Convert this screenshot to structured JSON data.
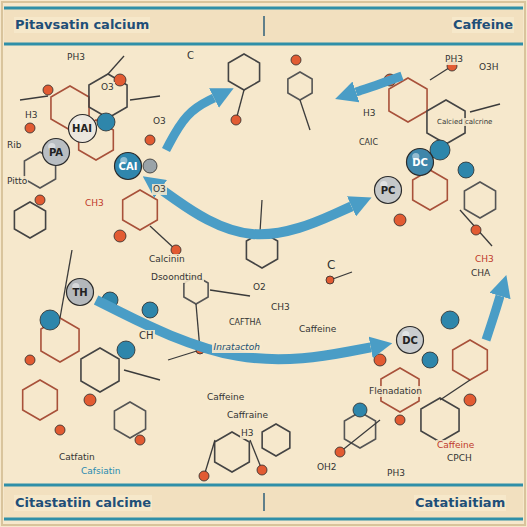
{
  "diagram": {
    "nodes": [
      {
        "text": [
          "HAI"
        ]
      },
      {
        "text": [
          "PA"
        ]
      },
      {
        "text": [
          "CAI"
        ]
      },
      {
        "text": [
          "DC"
        ]
      },
      {
        "text": [
          "PC"
        ]
      },
      {
        "text": [
          "TH"
        ]
      },
      {
        "text": [
          "DC"
        ]
      }
    ],
    "edges": [
      {
        "from": 2,
        "to": 4,
        "arrow": "both"
      },
      {
        "from": 5,
        "to": 6,
        "label": "Inratactoh",
        "arrow": "to"
      }
    ],
    "labels": [
      "Pitavsatin calcium",
      "Caffeine",
      "PH3",
      "O3",
      "H3",
      "Rib",
      "Pitto",
      "O3",
      "O3",
      "CH3",
      "C",
      "Calcinin",
      "Dsoondtind",
      "O2",
      "CH3",
      "CAFTHA",
      "Caffeine",
      "C",
      "PH3",
      "O3H",
      "H3",
      "CAIC",
      "Calcied calcrine",
      "CH3",
      "CHA",
      "CH",
      "Caffeine",
      "Caffraine",
      "H3",
      "Flenadation",
      "CPCH",
      "OH2",
      "PH3",
      "Catfatin",
      "Cafsiatin",
      "Caffeine",
      "Citastatiin calcime",
      "Catatiaitiam"
    ]
  }
}
